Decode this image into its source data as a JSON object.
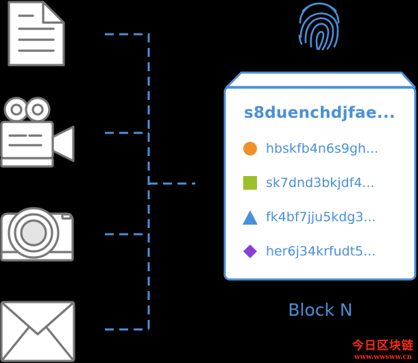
{
  "block": {
    "title": "s8duenchdjfae...",
    "label": "Block N",
    "transactions": [
      {
        "hash": "hbskfb4n6s9gh...",
        "marker": "orange-circle",
        "color": "#f0902a"
      },
      {
        "hash": "sk7dnd3bkjdf4...",
        "marker": "green-square",
        "color": "#9bc02a"
      },
      {
        "hash": "fk4bf7jju5kdg3...",
        "marker": "blue-triangle",
        "color": "#4a90d9"
      },
      {
        "hash": "her6j34krfudt5...",
        "marker": "purple-diamond",
        "color": "#8a3cdc"
      }
    ]
  },
  "icons": [
    "document-icon",
    "video-camera-icon",
    "camera-icon",
    "envelope-icon",
    "fingerprint-icon"
  ],
  "colors": {
    "accent": "#4a90d9",
    "icon_fill": "#ffffff",
    "icon_stroke": "#777777",
    "background": "#000000"
  },
  "watermark": {
    "text": "今日区块链",
    "url": "www.wwsww.cn"
  }
}
